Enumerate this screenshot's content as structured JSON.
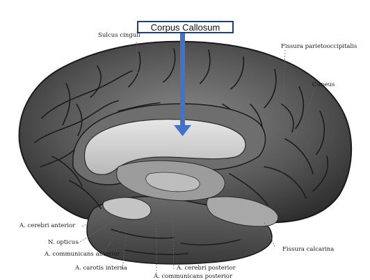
{
  "callout": {
    "label": "Corpus Callosum",
    "box_border_color": "#1d3f73",
    "arrow_color": "#4472c4"
  },
  "labels": {
    "sulcus_cinguli": "Sulcus cinguli",
    "fissura_parietooccipitalis": "Fissura parietooccipitalis",
    "cuneus": "Cuneus",
    "a_cerebri_anterior": "A. cerebri anterior",
    "n_opticus": "N. opticus",
    "a_communicans_anterior": "A. communicans anterior",
    "a_carotis_interna": "A. carotis interna",
    "a_cerebri_posterior": "A. cerebri posterior",
    "a_communicans_posterior": "A. communicans posterior",
    "fissura_calcarina": "Fissura calcarina"
  }
}
